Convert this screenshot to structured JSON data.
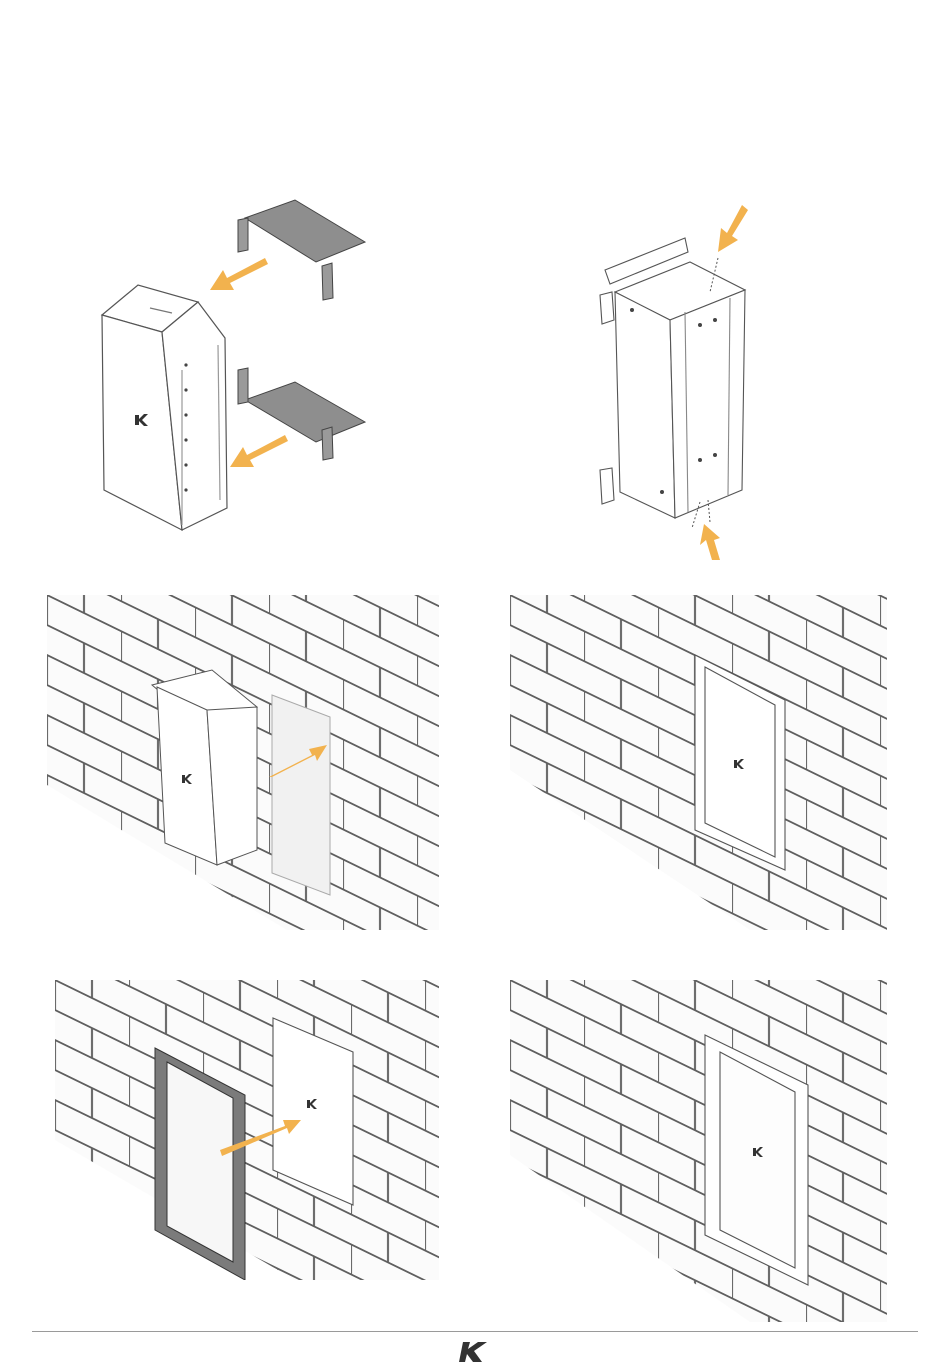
{
  "document": {
    "type": "installation-instructions",
    "brand_logo": "k-array-logo",
    "colors": {
      "arrow": "#F2B24E",
      "brick_outline": "#5a5a5a",
      "bracket_grey": "#8c8c8c",
      "line": "#444444"
    },
    "panels": [
      {
        "id": "step-1",
        "icon": "speaker-with-brackets-exploded"
      },
      {
        "id": "step-2",
        "icon": "brackets-screwed-to-speaker"
      },
      {
        "id": "step-3",
        "icon": "speaker-inserted-into-wall"
      },
      {
        "id": "step-4",
        "icon": "speaker-flush-in-wall"
      },
      {
        "id": "step-5",
        "icon": "frame-mounted-on-wall"
      },
      {
        "id": "step-6",
        "icon": "finished-install-with-frame"
      }
    ]
  }
}
